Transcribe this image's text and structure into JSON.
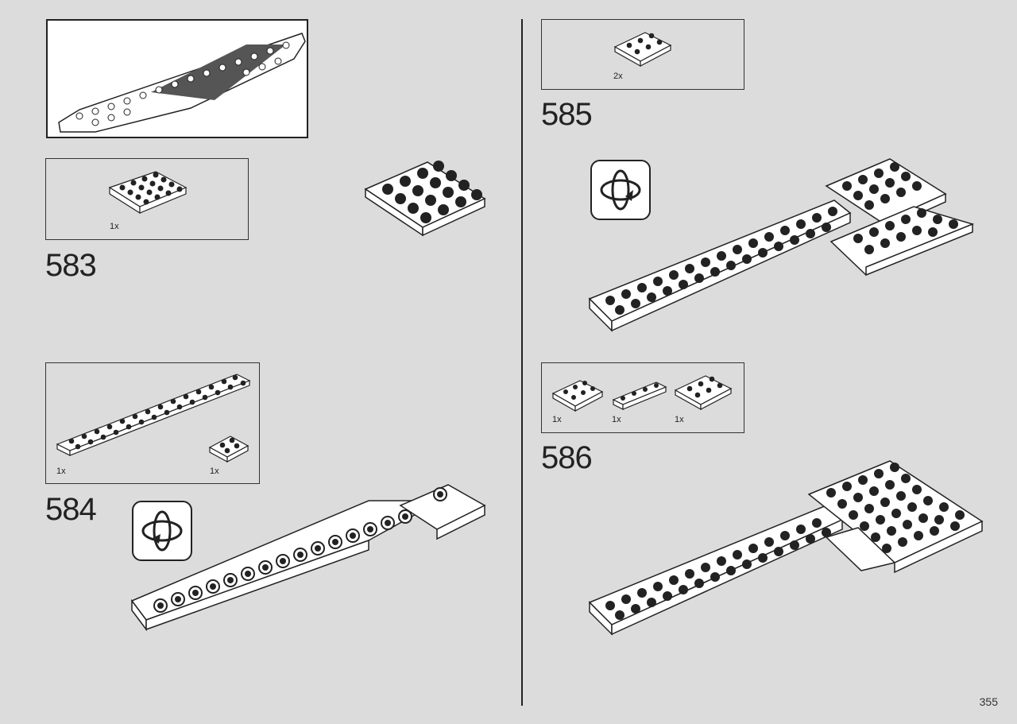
{
  "page": {
    "number": "355"
  },
  "steps": [
    {
      "number": "583",
      "parts": [
        {
          "qty": "1x",
          "item": "plate-4x4"
        }
      ]
    },
    {
      "number": "584",
      "parts": [
        {
          "qty": "1x",
          "item": "plate-2x14"
        },
        {
          "qty": "1x",
          "item": "plate-2x2"
        }
      ]
    },
    {
      "number": "585",
      "parts": [
        {
          "qty": "2x",
          "item": "plate-2x3"
        }
      ]
    },
    {
      "number": "586",
      "parts": [
        {
          "qty": "1x",
          "item": "plate-2x3"
        },
        {
          "qty": "1x",
          "item": "plate-1x4"
        },
        {
          "qty": "1x",
          "item": "plate-2x3"
        }
      ]
    }
  ],
  "icons": {
    "rotate": "rotate-model-icon"
  },
  "colors": {
    "background": "#dcdcdc",
    "line": "#222222",
    "part": "#ffffff"
  }
}
